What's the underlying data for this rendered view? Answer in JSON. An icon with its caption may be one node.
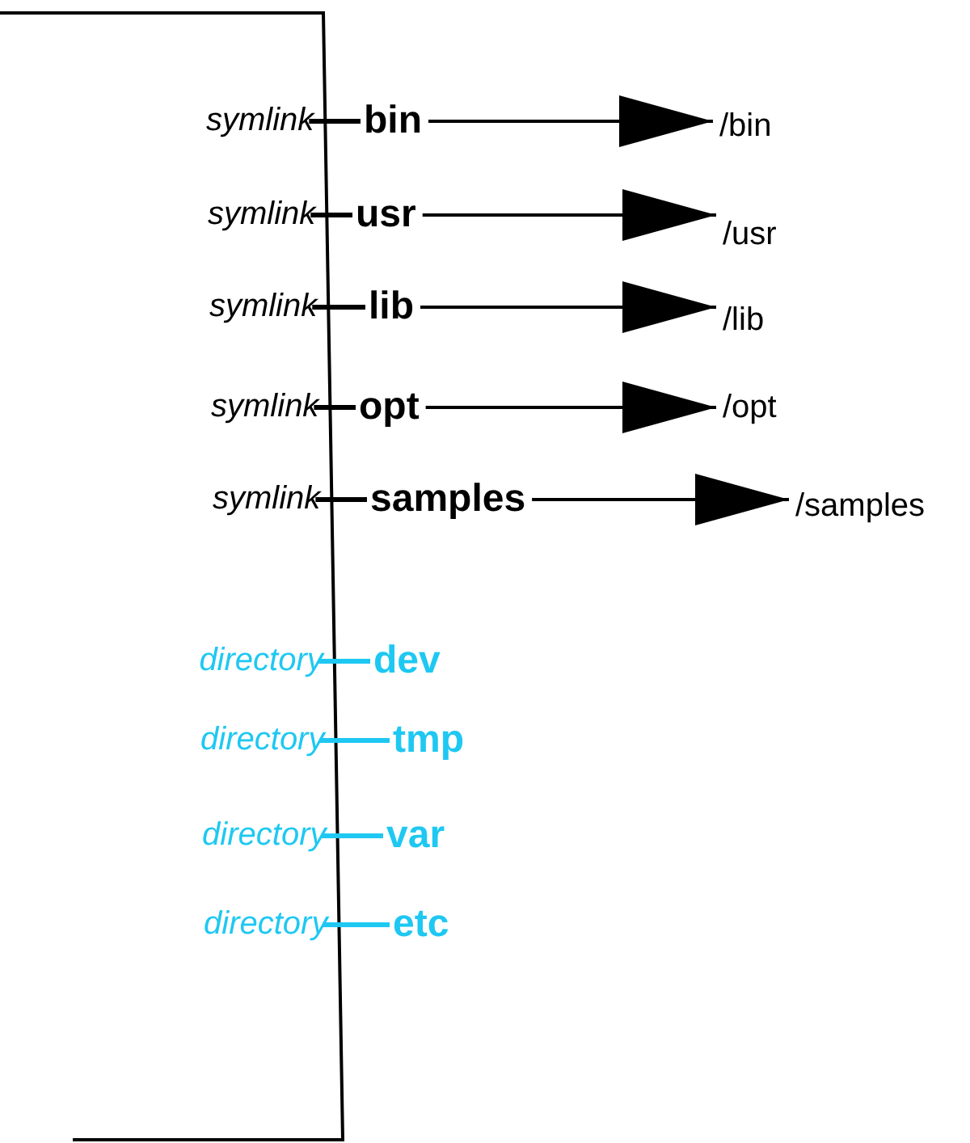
{
  "diagram": {
    "nodes": [
      {
        "text": [
          "bin"
        ],
        "beside": [
          "symlink"
        ]
      },
      {
        "text": [
          "usr"
        ],
        "beside": [
          "symlink"
        ]
      },
      {
        "text": [
          "lib"
        ],
        "beside": [
          "symlink"
        ]
      },
      {
        "text": [
          "opt"
        ],
        "beside": [
          "symlink"
        ]
      },
      {
        "text": [
          "samples"
        ],
        "beside": [
          "symlink"
        ]
      },
      {
        "text": [
          "/bin"
        ]
      },
      {
        "text": [
          "/usr"
        ]
      },
      {
        "text": [
          "/lib"
        ]
      },
      {
        "text": [
          "/opt"
        ]
      },
      {
        "text": [
          "/samples"
        ]
      },
      {
        "text": [
          "dev"
        ],
        "beside": [
          "directory"
        ]
      },
      {
        "text": [
          "tmp"
        ],
        "beside": [
          "directory"
        ]
      },
      {
        "text": [
          "var"
        ],
        "beside": [
          "directory"
        ]
      },
      {
        "text": [
          "etc"
        ],
        "beside": [
          "directory"
        ]
      }
    ],
    "edges": [
      {
        "from": 0,
        "to": 5,
        "arrow": "to"
      },
      {
        "from": 1,
        "to": 6,
        "arrow": "to"
      },
      {
        "from": 2,
        "to": 7,
        "arrow": "to"
      },
      {
        "from": 3,
        "to": 8,
        "arrow": "to"
      },
      {
        "from": 4,
        "to": 9,
        "arrow": "to"
      }
    ]
  }
}
